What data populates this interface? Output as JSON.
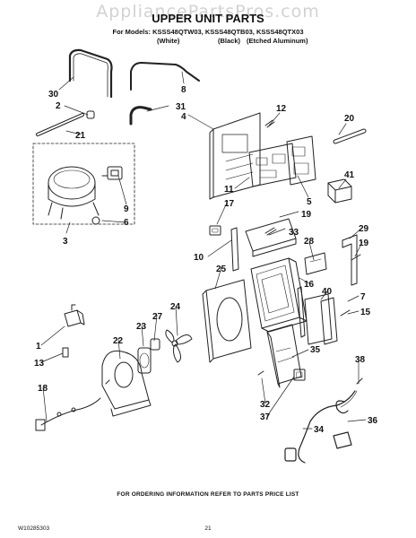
{
  "watermark": "AppliancePartsPros.com",
  "header": {
    "title": "UPPER UNIT PARTS",
    "models": "For Models: KSSS48QTW03, KSSS48QTB03, KSSS48QTX03",
    "finish_white": "(White)",
    "finish_black": "(Black)",
    "finish_etched": "(Etched Aluminum)"
  },
  "callouts": [
    "30",
    "2",
    "21",
    "8",
    "31",
    "4",
    "12",
    "20",
    "3",
    "9",
    "6",
    "11",
    "5",
    "41",
    "17",
    "19",
    "33",
    "29",
    "10",
    "25",
    "28",
    "19",
    "16",
    "40",
    "7",
    "15",
    "24",
    "27",
    "23",
    "22",
    "1",
    "13",
    "35",
    "38",
    "18",
    "32",
    "37",
    "36",
    "34"
  ],
  "footer": {
    "ordering_note": "FOR ORDERING INFORMATION REFER TO PARTS PRICE LIST",
    "doc_number": "W10285303",
    "page": "21"
  }
}
